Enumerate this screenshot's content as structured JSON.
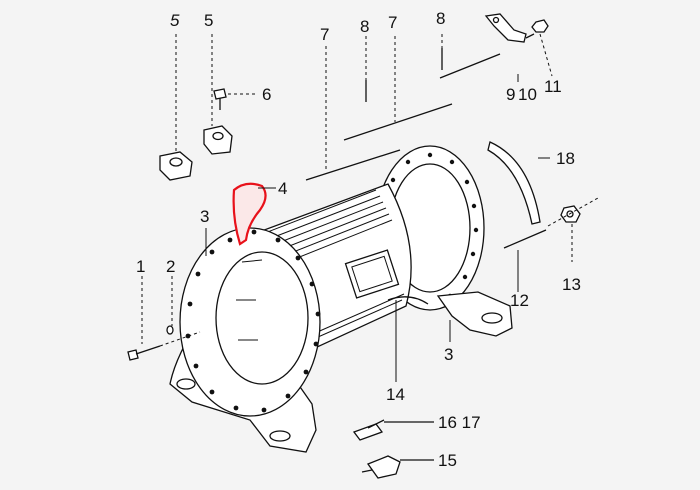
{
  "callouts": [
    {
      "id": "5a",
      "text": "5",
      "italic": true
    },
    {
      "id": "5b",
      "text": "5",
      "italic": false
    },
    {
      "id": "6",
      "text": "6"
    },
    {
      "id": "7a",
      "text": "7"
    },
    {
      "id": "8a",
      "text": "8"
    },
    {
      "id": "7b",
      "text": "7"
    },
    {
      "id": "8b",
      "text": "8"
    },
    {
      "id": "9",
      "text": "9"
    },
    {
      "id": "10",
      "text": "10"
    },
    {
      "id": "11",
      "text": "11"
    },
    {
      "id": "18",
      "text": "18"
    },
    {
      "id": "4",
      "text": "4"
    },
    {
      "id": "3a",
      "text": "3"
    },
    {
      "id": "1",
      "text": "1"
    },
    {
      "id": "2",
      "text": "2"
    },
    {
      "id": "13",
      "text": "13"
    },
    {
      "id": "12",
      "text": "12"
    },
    {
      "id": "3b",
      "text": "3"
    },
    {
      "id": "14",
      "text": "14"
    },
    {
      "id": "16_17",
      "text": "16 17"
    },
    {
      "id": "15",
      "text": "15"
    }
  ],
  "highlight_color": "#e8111a",
  "line_color": "#111111",
  "background_color": "#f4f4f4"
}
